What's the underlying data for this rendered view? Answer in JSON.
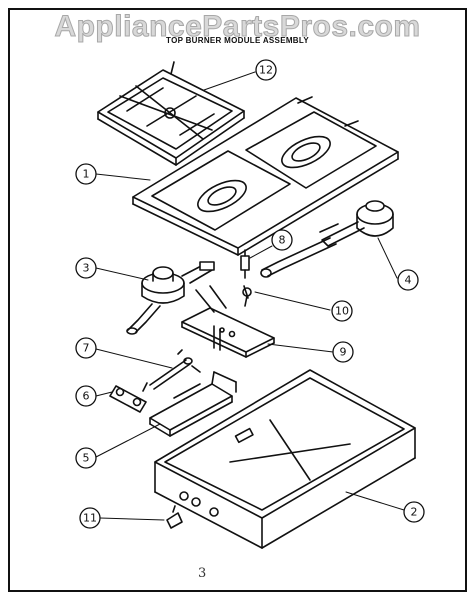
{
  "watermark": "AppliancePartsPros.com",
  "title": "TOP BURNER MODULE ASSEMBLY",
  "footer_mark": "3",
  "callouts": [
    {
      "id": "c12",
      "label": "12"
    },
    {
      "id": "c1",
      "label": "1"
    },
    {
      "id": "c3",
      "label": "3"
    },
    {
      "id": "c8",
      "label": "8"
    },
    {
      "id": "c4",
      "label": "4"
    },
    {
      "id": "c10",
      "label": "10"
    },
    {
      "id": "c9",
      "label": "9"
    },
    {
      "id": "c7",
      "label": "7"
    },
    {
      "id": "c6",
      "label": "6"
    },
    {
      "id": "c5",
      "label": "5"
    },
    {
      "id": "c2",
      "label": "2"
    },
    {
      "id": "c11",
      "label": "11"
    }
  ]
}
